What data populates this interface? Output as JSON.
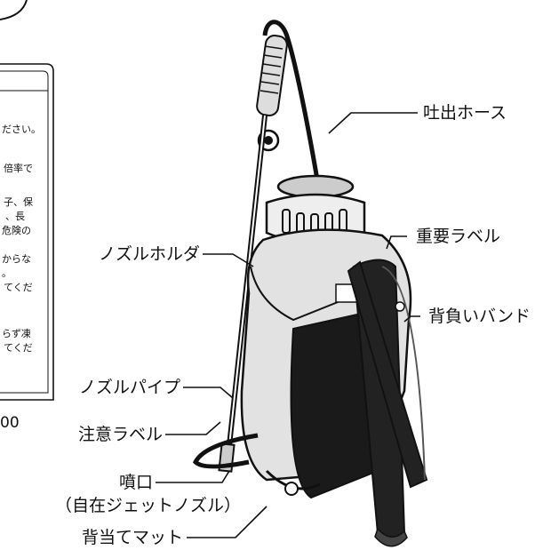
{
  "labels": {
    "hose": "吐出ホース",
    "label_important": "重要ラベル",
    "strap": "背負いバンド",
    "nozzle_holder": "ノズルホルダ",
    "nozzle_pipe": "ノズルパイプ",
    "label_caution": "注意ラベル",
    "nozzle": "噴口",
    "nozzle_sub": "（自在ジェットノズル）",
    "back_mat": "背当てマット"
  },
  "notice": {
    "lines": [
      "ださい。",
      "倍率で",
      "子、保",
      "、長",
      "危険の",
      "からな",
      "。",
      "てくだ",
      "らず凍",
      "てくだ"
    ],
    "page_fragment": "00"
  }
}
